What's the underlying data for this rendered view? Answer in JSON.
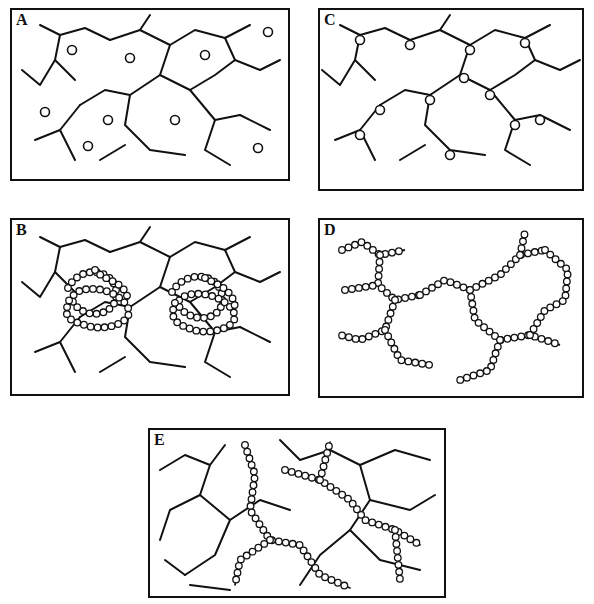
{
  "diagram": {
    "nodes": [
      {
        "text": [
          "A"
        ]
      },
      {
        "text": [
          "C"
        ]
      },
      {
        "text": [
          "B"
        ]
      },
      {
        "text": [
          "D"
        ]
      },
      {
        "text": [
          "E"
        ]
      }
    ]
  }
}
